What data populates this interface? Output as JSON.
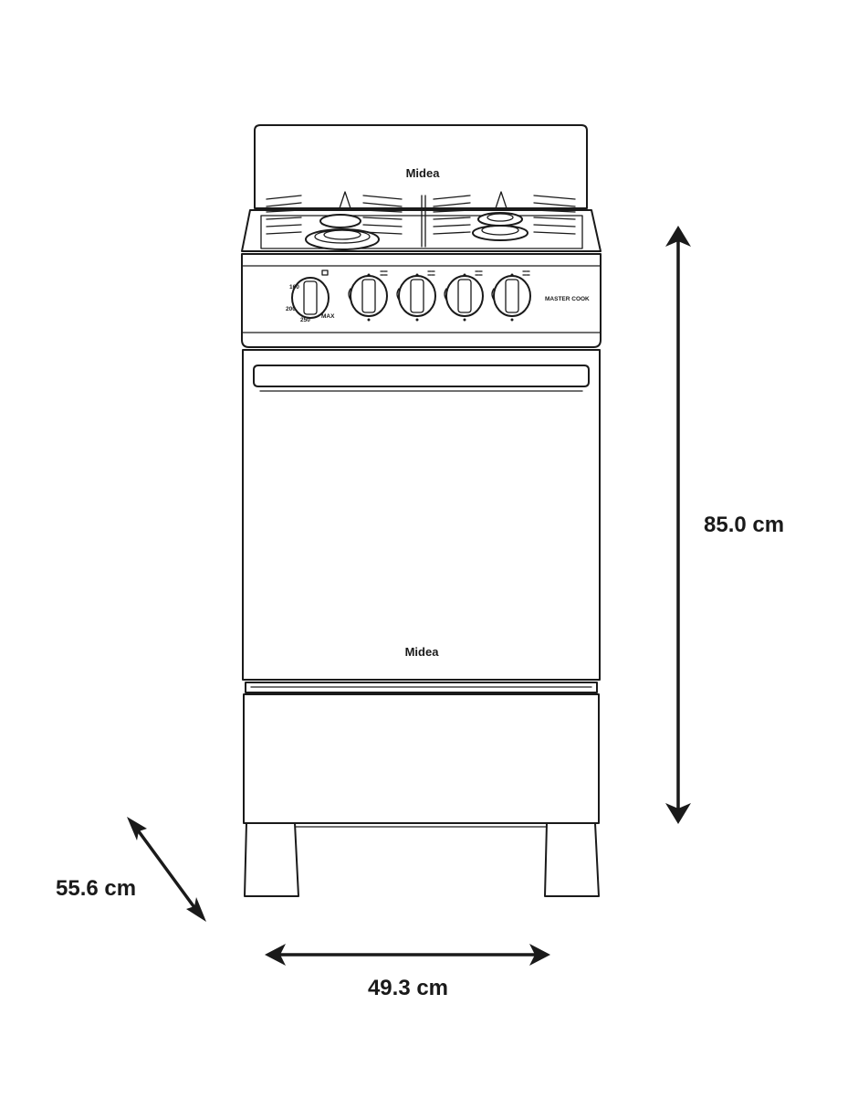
{
  "product": {
    "brand_top": "Midea",
    "brand_door": "Midea",
    "model_label": "MASTER COOK"
  },
  "dimensions": {
    "height": "85.0 cm",
    "width": "49.3 cm",
    "depth": "55.6 cm"
  },
  "colors": {
    "line": "#1a1a1a",
    "background": "#ffffff"
  }
}
